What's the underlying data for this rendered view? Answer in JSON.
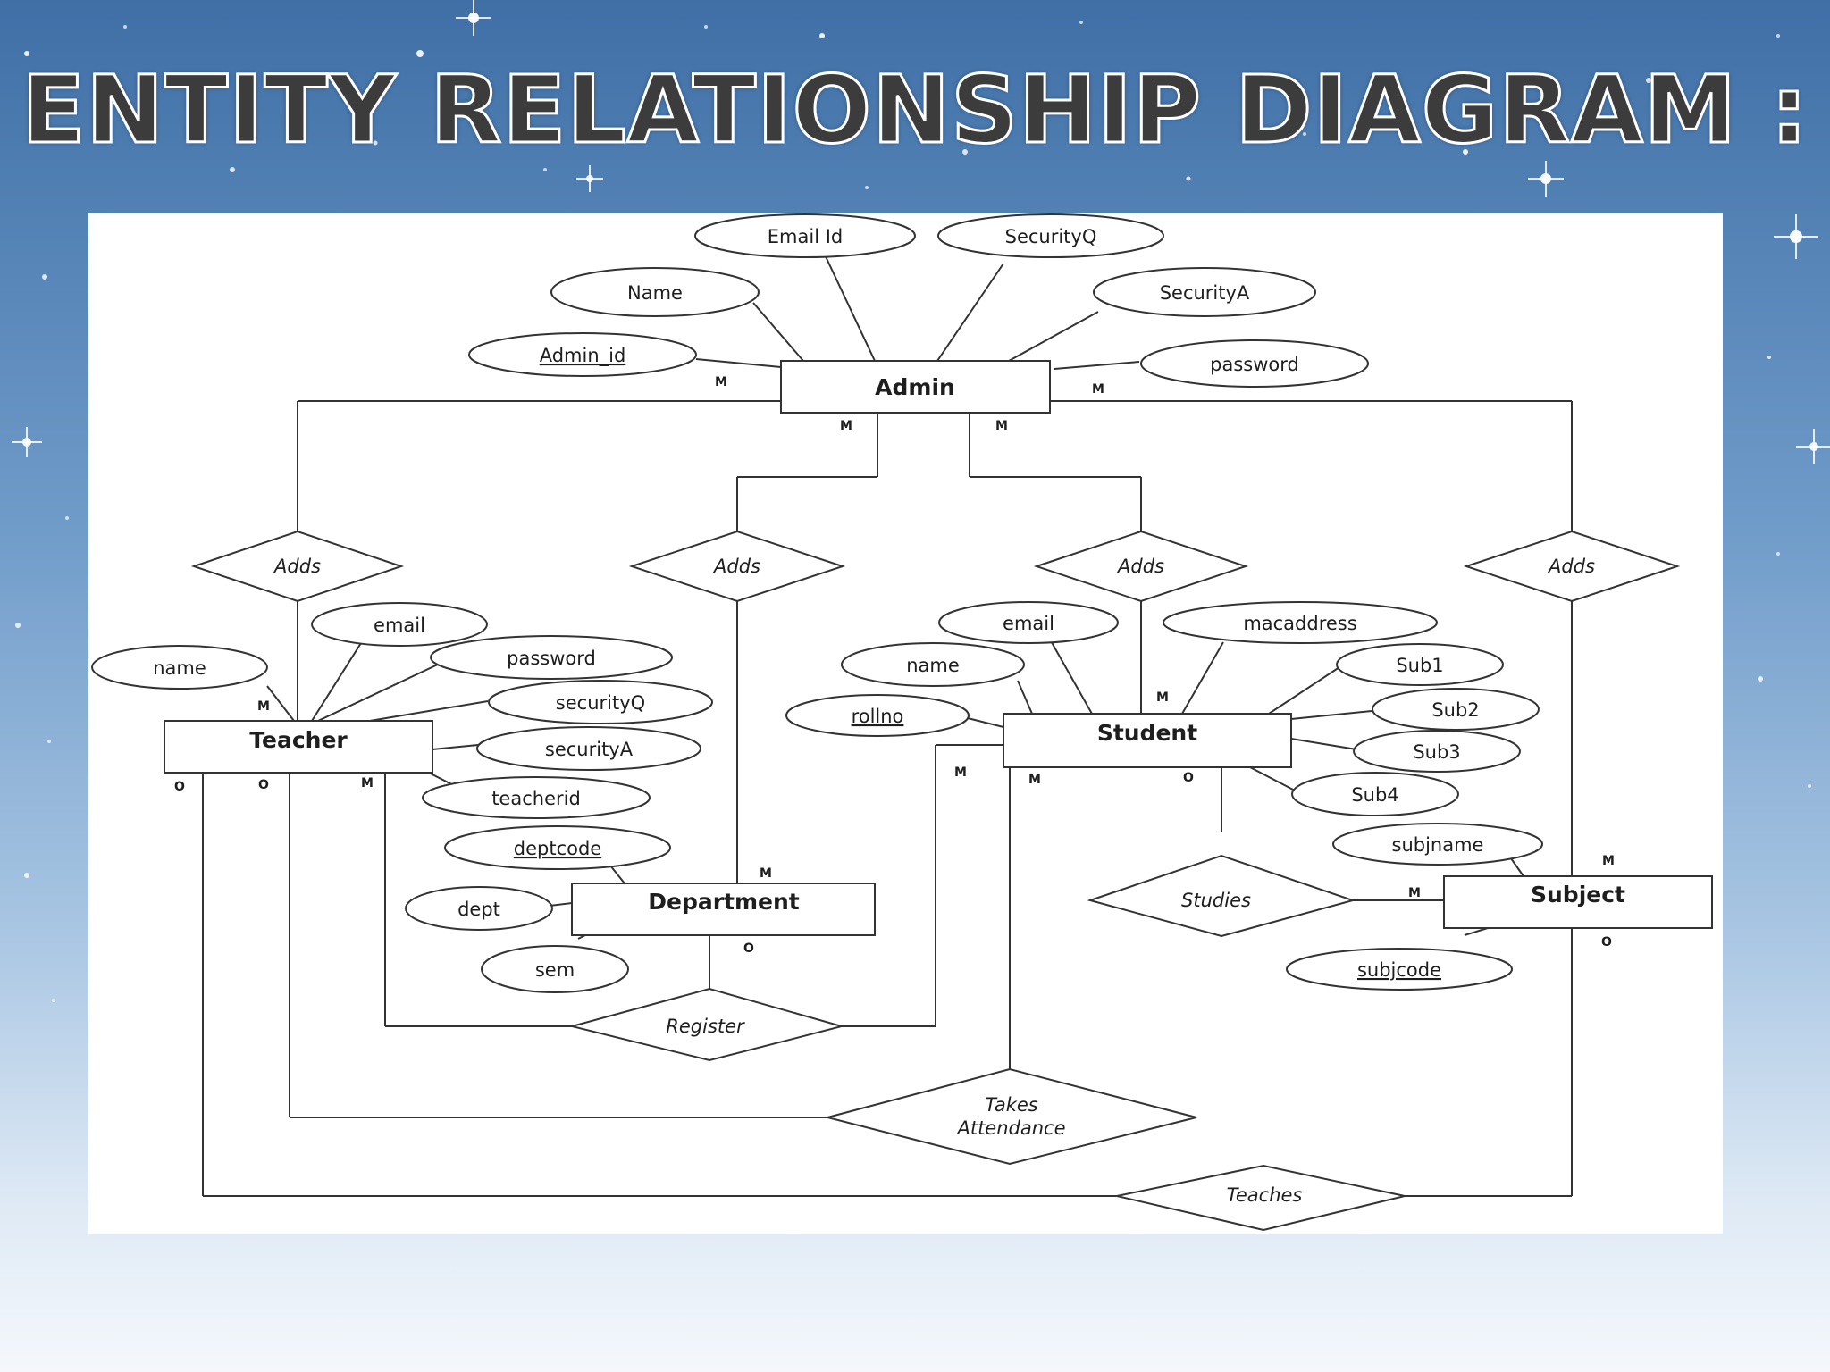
{
  "title": "ENTITY RELATIONSHIP DIAGRAM :",
  "entities": {
    "admin": "Admin",
    "teacher": "Teacher",
    "department": "Department",
    "student": "Student",
    "subject": "Subject"
  },
  "relationships": {
    "adds_teacher": "Adds",
    "adds_department": "Adds",
    "adds_student": "Adds",
    "adds_subject": "Adds",
    "register": "Register",
    "studies": "Studies",
    "takes_attendance_line1": "Takes",
    "takes_attendance_line2": "Attendance",
    "teaches": "Teaches"
  },
  "attributes": {
    "admin": [
      "Email Id",
      "SecurityQ",
      "Name",
      "SecurityA",
      "Admin_id",
      "password"
    ],
    "teacher": [
      "email",
      "name",
      "password",
      "securityQ",
      "securityA",
      "teacherid"
    ],
    "department": [
      "deptcode",
      "dept",
      "sem"
    ],
    "student": [
      "email",
      "macaddress",
      "name",
      "rollno",
      "Sub1",
      "Sub2",
      "Sub3",
      "Sub4"
    ],
    "subject": [
      "subjname",
      "subjcode"
    ]
  },
  "cardinality": {
    "m": "M",
    "o": "O"
  },
  "colors": {
    "line": "#333333",
    "panel": "#ffffff",
    "title_fill": "#3c3c3c",
    "title_outline": "#ffffff"
  }
}
